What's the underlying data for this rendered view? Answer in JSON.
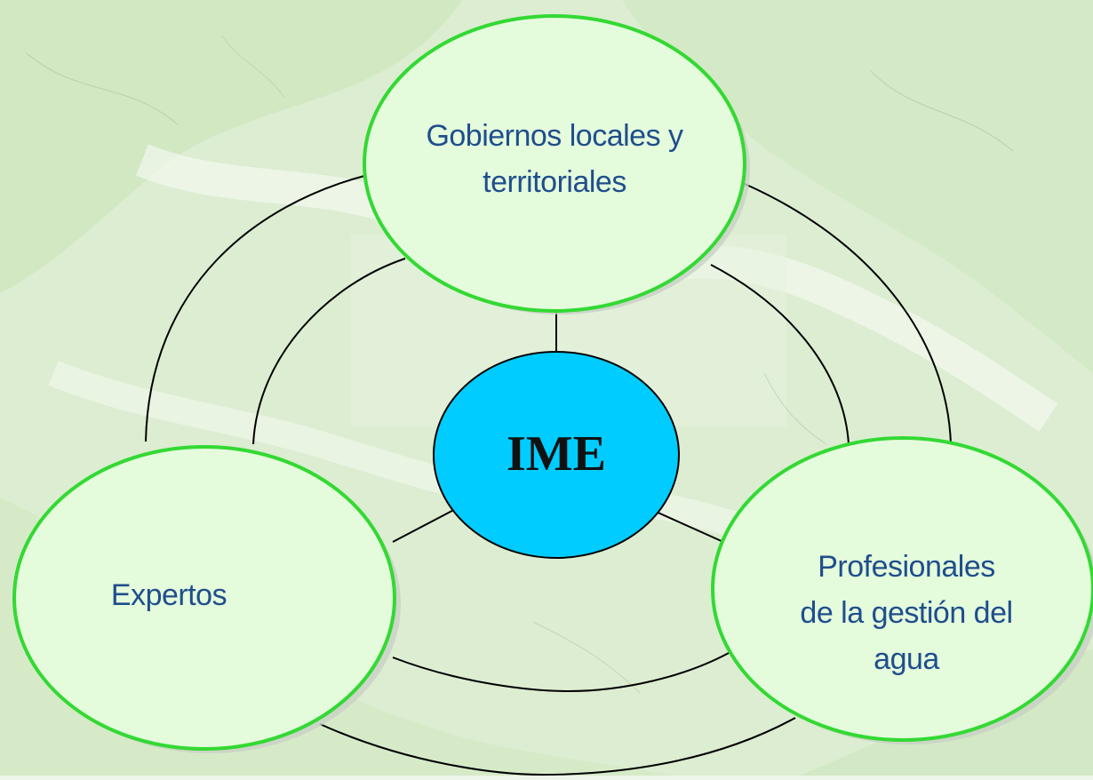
{
  "diagram": {
    "center": {
      "label": "IME"
    },
    "nodes": [
      {
        "id": "gobiernos",
        "lines": [
          "Gobiernos locales y",
          "territoriales"
        ]
      },
      {
        "id": "expertos",
        "lines": [
          "Expertos"
        ]
      },
      {
        "id": "profesionales",
        "lines": [
          "Profesionales",
          "de la gestión del",
          "agua"
        ]
      }
    ]
  },
  "colors": {
    "background": "#eef6e9",
    "map_land": "#d7ebc9",
    "map_water": "#f4f9f2",
    "map_border": "#b9cdb0",
    "node_fill": "#e4fbdc",
    "node_border": "#33d933",
    "node_shadow": "#c9cfc6",
    "center_fill": "#00ccff",
    "connector": "#000000",
    "label_text": "#1f4e8c"
  }
}
